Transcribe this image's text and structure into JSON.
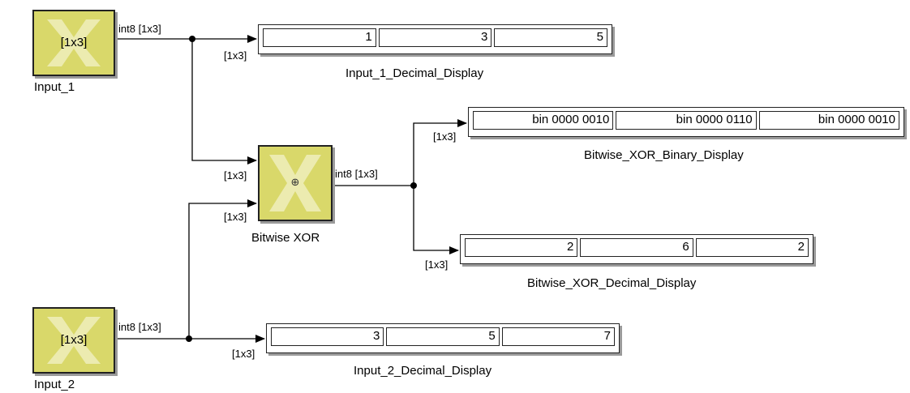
{
  "blocks": {
    "input_1": {
      "name": "Input_1",
      "label": "[1x3]"
    },
    "input_2": {
      "name": "Input_2",
      "label": "[1x3]"
    },
    "xor": {
      "name": "Bitwise XOR",
      "symbol": "⊕"
    },
    "input_1_display": {
      "name": "Input_1_Decimal_Display",
      "values": [
        "1",
        "3",
        "5"
      ]
    },
    "xor_binary_display": {
      "name": "Bitwise_XOR_Binary_Display",
      "values": [
        "bin 0000 0010",
        "bin 0000 0110",
        "bin 0000 0010"
      ]
    },
    "xor_decimal_display": {
      "name": "Bitwise_XOR_Decimal_Display",
      "values": [
        "2",
        "6",
        "2"
      ]
    },
    "input_2_display": {
      "name": "Input_2_Decimal_Display",
      "values": [
        "3",
        "5",
        "7"
      ]
    }
  },
  "signals": {
    "input_1_out": "int8 [1x3]",
    "input_2_out": "int8 [1x3]",
    "xor_out": "int8 [1x3]",
    "port_dim": "[1x3]"
  },
  "colors": {
    "block_fill": "#d9d86a",
    "block_border": "#222222",
    "shadow": "#9a9a9a",
    "wire": "#000000"
  }
}
